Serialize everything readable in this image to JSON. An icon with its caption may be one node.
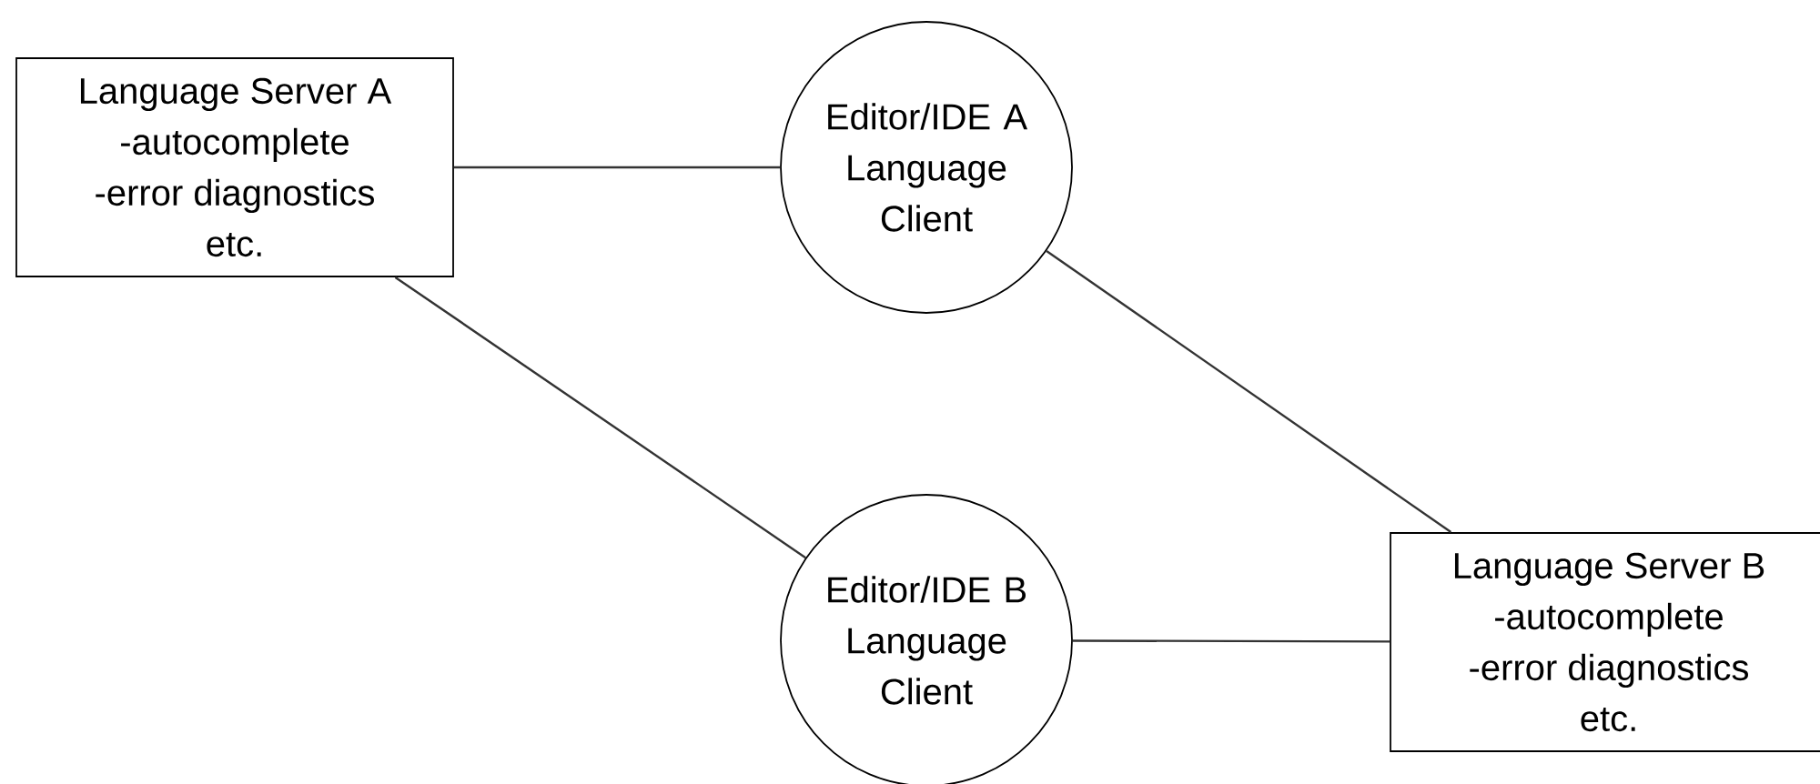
{
  "diagram": {
    "nodes": [
      {
        "text": [
          "Language Server A",
          "-autocomplete",
          "-error diagnostics",
          "etc."
        ]
      },
      {
        "text": [
          "Editor/IDE A Language Client"
        ]
      },
      {
        "text": [
          "Editor/IDE B Language Client"
        ]
      },
      {
        "text": [
          "Language Server B",
          "-autocomplete",
          "-error diagnostics",
          "etc."
        ]
      }
    ],
    "edges": [
      {
        "from": 0,
        "to": 1,
        "arrow": "none"
      },
      {
        "from": 0,
        "to": 2,
        "arrow": "none"
      },
      {
        "from": 1,
        "to": 3,
        "arrow": "none"
      },
      {
        "from": 2,
        "to": 3,
        "arrow": "none"
      }
    ]
  }
}
